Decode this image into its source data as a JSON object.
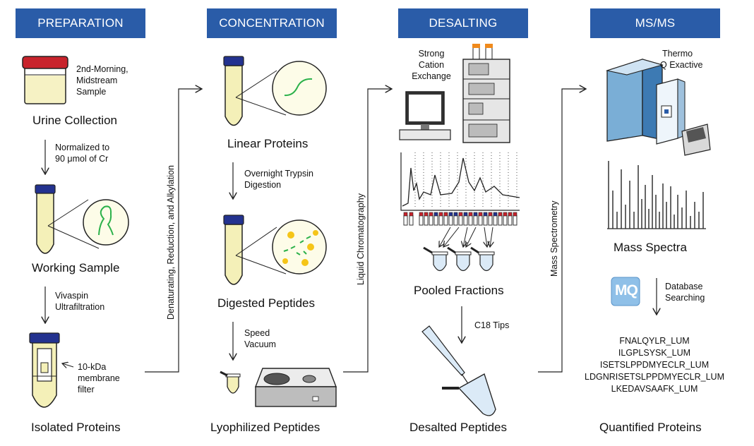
{
  "stages": [
    {
      "header": "PREPARATION"
    },
    {
      "header": "CONCENTRATION"
    },
    {
      "header": "DESALTING"
    },
    {
      "header": "MS/MS"
    }
  ],
  "prep": {
    "sample_note": [
      "2nd-Morning,",
      "Midstream",
      "Sample"
    ],
    "urine": "Urine Collection",
    "norm": [
      "Normalized to",
      "90 μmol of Cr"
    ],
    "working": "Working Sample",
    "viva": [
      "Vivaspin",
      "Ultrafiltration"
    ],
    "filter": [
      "10-kDa",
      "membrane",
      "filter"
    ],
    "isolated": "Isolated Proteins"
  },
  "conc": {
    "side": "Denaturating, Reduction, and Alkylation",
    "linear": "Linear Proteins",
    "trypsin": [
      "Overnight Trypsin",
      "Digestion"
    ],
    "digested": "Digested Peptides",
    "speed": [
      "Speed",
      "Vacuum"
    ],
    "lyoph": "Lyophilized Peptides"
  },
  "desalt": {
    "side": "Liquid Chromatography",
    "scx": [
      "Strong",
      "Cation",
      "Exchange"
    ],
    "pooled": "Pooled Fractions",
    "c18": "C18 Tips",
    "desalted": "Desalted Peptides"
  },
  "ms": {
    "side": "Mass Spectrometry",
    "instrument": [
      "Thermo",
      "Q Exactive"
    ],
    "spectra": "Mass Spectra",
    "mq_logo": "MQ",
    "db": [
      "Database",
      "Searching"
    ],
    "peptides": [
      "FNALQYLR_LUM",
      "ILGPLSYSK_LUM",
      "ISETSLPPDMYECLR_LUM",
      "LDGNRISETSLPPDMYECLR_LUM",
      "LKEDAVSAAFK_LUM"
    ],
    "quantified": "Quantified Proteins"
  },
  "colors": {
    "header": "#2a5ca8",
    "liquid": "#f4f0b8",
    "cap_blue": "#23328f",
    "cap_red": "#c8232c",
    "green": "#2bb14a",
    "vial": "#dbeaf7"
  }
}
